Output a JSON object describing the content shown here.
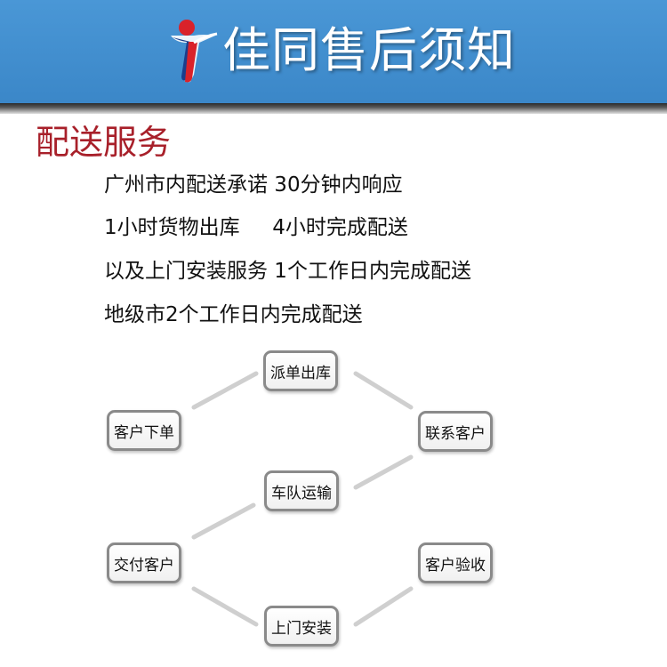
{
  "header": {
    "logo_icon": "jt-logo",
    "title": "佳同售后须知"
  },
  "section": {
    "title": "配送服务",
    "lines": [
      "广州市内配送承诺 30分钟内响应",
      "1小时货物出库     4小时完成配送",
      "以及上门安装服务 1个工作日内完成配送",
      "地级市2个工作日内完成配送"
    ]
  },
  "flow": {
    "nodes": [
      "客户下单",
      "派单出库",
      "联系客户",
      "车队运输",
      "交付客户",
      "上门安装",
      "客户验收"
    ]
  },
  "colors": {
    "header_bg": "#3b87c8",
    "section_title": "#a8202a",
    "connector": "#cfcfcf",
    "node_border": "#8a8a8a"
  }
}
